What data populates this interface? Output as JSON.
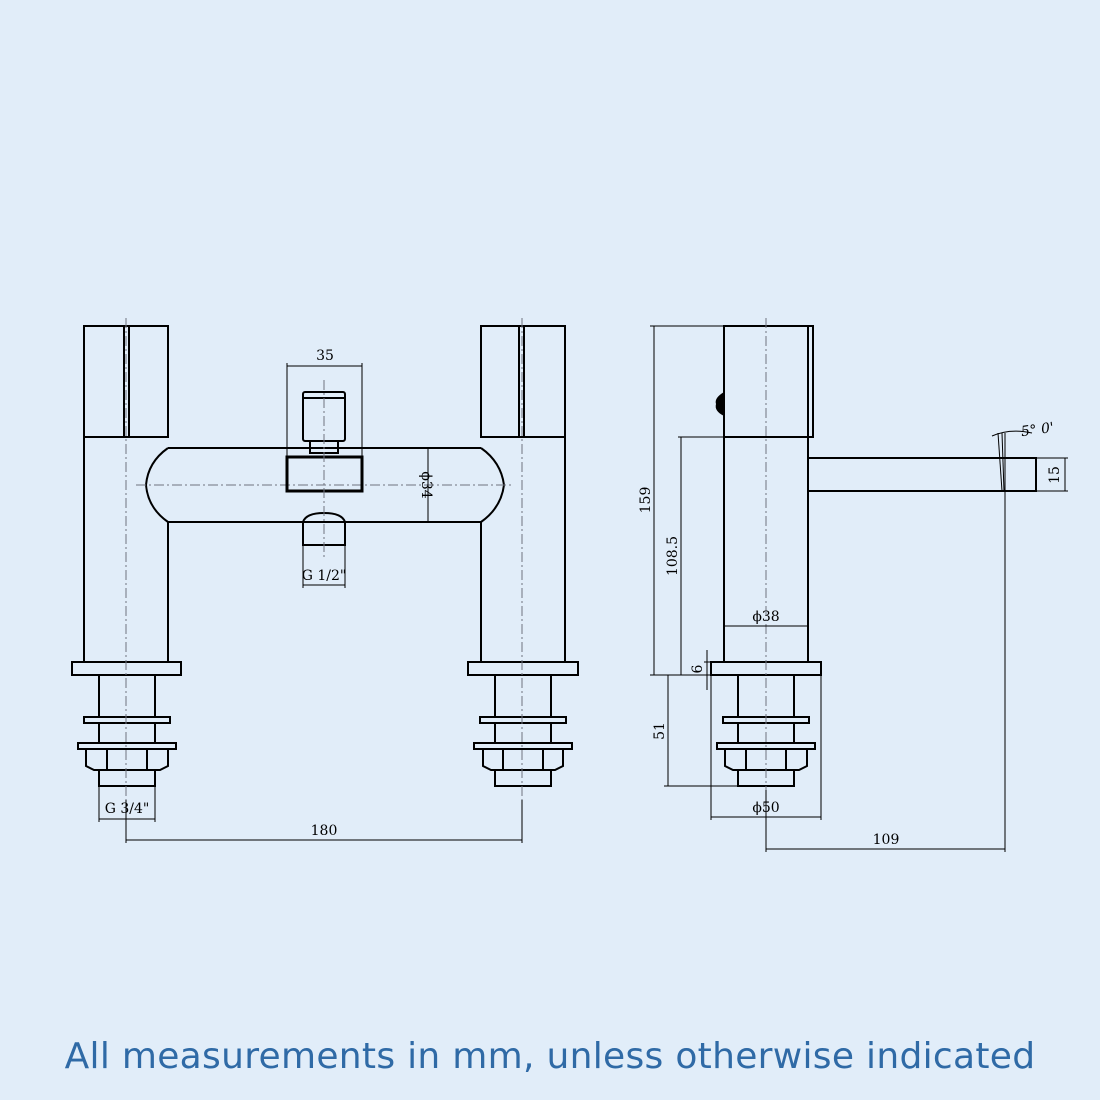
{
  "caption": "All measurements in mm, unless otherwise indicated",
  "front_view": {
    "spout_width": "35",
    "body_diameter": "ϕ34",
    "outlet_thread": "G 1/2\"",
    "inlet_thread": "G 3/4\"",
    "centres": "180"
  },
  "side_view": {
    "total_height": "159",
    "spout_height": "108.5",
    "handle_diameter": "ϕ38",
    "base_thickness": "6",
    "shank_length": "51",
    "base_diameter": "ϕ50",
    "spout_reach": "109",
    "spout_thickness": "15",
    "spout_angle": "5° 0'"
  },
  "colors": {
    "background": "#e1edf9",
    "caption": "#2f6aa6",
    "line": "#000000"
  }
}
